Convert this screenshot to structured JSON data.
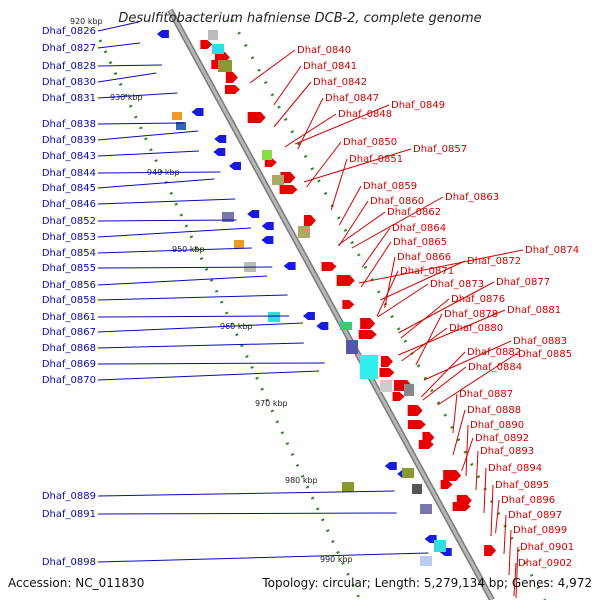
{
  "title": "Desulfitobacterium hafniense DCB-2, complete genome",
  "footer": {
    "accession": "Accession: NC_011830",
    "topology": "Topology: circular; Length: 5,279,134 bp; Genes: 4,972"
  },
  "kbp_ticks": [
    "920 kbp",
    "930 kbp",
    "940 kbp",
    "950 kbp",
    "960 kbp",
    "970 kbp",
    "980 kbp",
    "990 kbp"
  ],
  "left_labels": [
    "Dhaf_0826",
    "Dhaf_0827",
    "Dhaf_0828",
    "Dhaf_0830",
    "Dhaf_0831",
    "Dhaf_0838",
    "Dhaf_0839",
    "Dhaf_0843",
    "Dhaf_0844",
    "Dhaf_0845",
    "Dhaf_0846",
    "Dhaf_0852",
    "Dhaf_0853",
    "Dhaf_0854",
    "Dhaf_0855",
    "Dhaf_0856",
    "Dhaf_0858",
    "Dhaf_0861",
    "Dhaf_0867",
    "Dhaf_0868",
    "Dhaf_0869",
    "Dhaf_0870",
    "Dhaf_0889",
    "Dhaf_0891",
    "Dhaf_0898"
  ],
  "right_labels": [
    "Dhaf_0840",
    "Dhaf_0841",
    "Dhaf_0842",
    "Dhaf_0847",
    "Dhaf_0848",
    "Dhaf_0849",
    "Dhaf_0850",
    "Dhaf_0851",
    "Dhaf_0857",
    "Dhaf_0859",
    "Dhaf_0860",
    "Dhaf_0863",
    "Dhaf_0862",
    "Dhaf_0864",
    "Dhaf_0865",
    "Dhaf_0866",
    "Dhaf_0874",
    "Dhaf_0872",
    "Dhaf_0871",
    "Dhaf_0877",
    "Dhaf_0873",
    "Dhaf_0876",
    "Dhaf_0881",
    "Dhaf_0878",
    "Dhaf_0880",
    "Dhaf_0883",
    "Dhaf_0882",
    "Dhaf_0885",
    "Dhaf_0884",
    "Dhaf_0887",
    "Dhaf_0888",
    "Dhaf_0890",
    "Dhaf_0892",
    "Dhaf_0893",
    "Dhaf_0894",
    "Dhaf_0895",
    "Dhaf_0896",
    "Dhaf_0897",
    "Dhaf_0899",
    "Dhaf_0901",
    "Dhaf_0902"
  ],
  "colors": {
    "backbone": "#999999",
    "forward_gene": "#e60000",
    "reverse_gene": "#1a1adf",
    "gc_plus": "#2e8b22",
    "left_label": "#0a0ab4",
    "right_label": "#d40000"
  }
}
